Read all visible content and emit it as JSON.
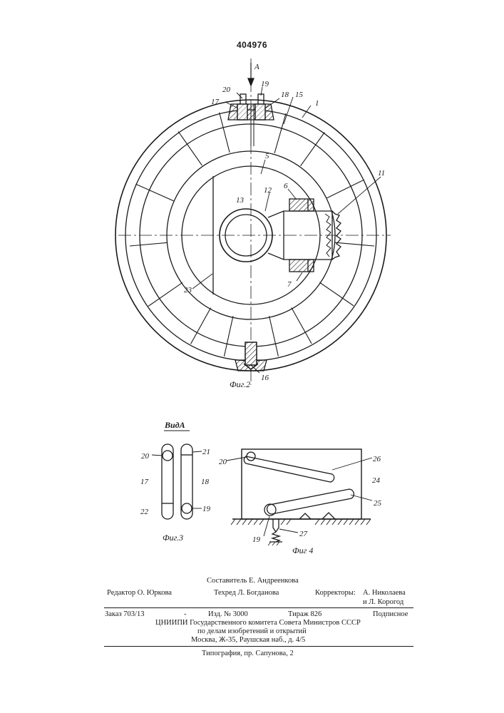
{
  "patent_number": "404976",
  "figure_captions": {
    "fig2": "Фиг.2",
    "fig3": "Фиг.3",
    "fig4": "Фиг 4",
    "view_a": "ВидА"
  },
  "labels": {
    "fig2": {
      "arrow": "А",
      "n20": "20",
      "n19": "19",
      "n17": "17",
      "n18": "18",
      "n15": "15",
      "n1": "1",
      "n5": "5",
      "n11": "11",
      "n6": "6",
      "n12": "12",
      "n13": "13",
      "n7": "7",
      "n23": "23",
      "n16": "16"
    },
    "fig3": {
      "n20": "20",
      "n21": "21",
      "n17": "17",
      "n18": "18",
      "n22": "22",
      "n19": "19"
    },
    "fig4": {
      "n20": "20",
      "n26": "26",
      "n24": "24",
      "n25": "25",
      "n19": "19",
      "n27": "27"
    }
  },
  "colophon": {
    "compiler": "Составитель Е. Андреенкова",
    "editor": "Редактор О. Юркова",
    "tech_editor": "Техред Л. Богданова",
    "correctors_label": "Корректоры:",
    "corrector_1": "А. Николаева",
    "corrector_2": "и Л. Корогод",
    "order": "Заказ 703/13",
    "dash": "-",
    "edition": "Изд. № 3000",
    "circulation": "Тираж 826",
    "subscription": "Подписное",
    "org_line1": "ЦНИИПИ Государственного комитета Совета Министров СССР",
    "org_line2": "по делам изобретений и открытий",
    "org_line3": "Москва, Ж-35, Раушская наб., д. 4/5",
    "printer": "Типография, пр. Сапунова, 2"
  }
}
